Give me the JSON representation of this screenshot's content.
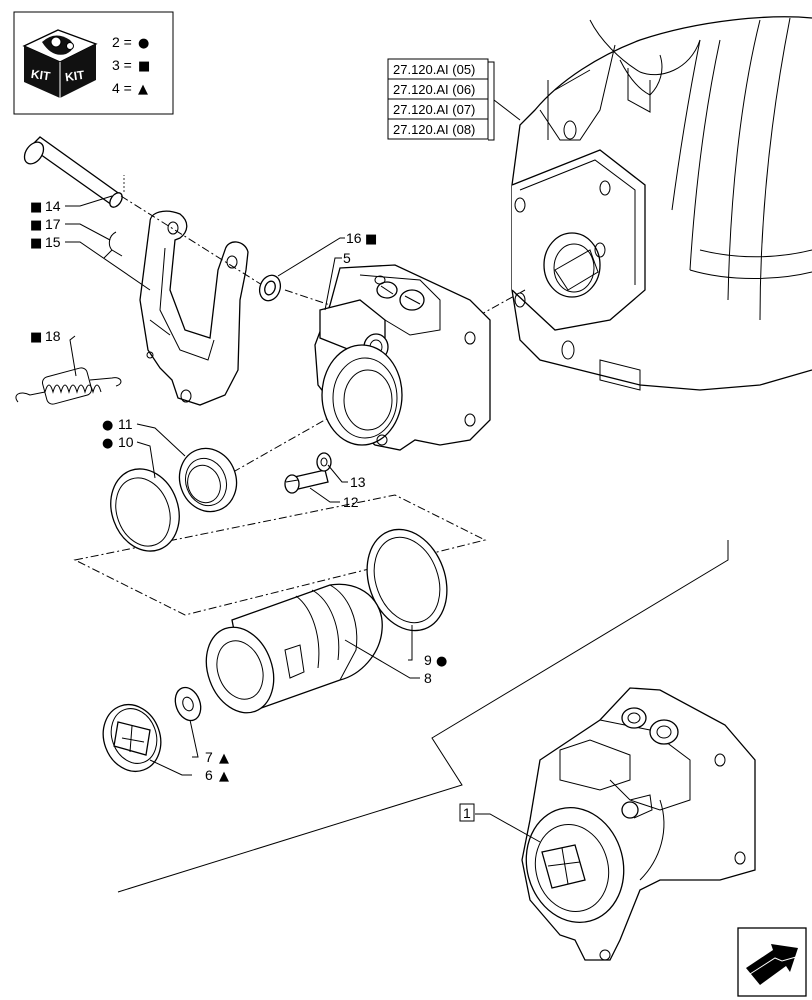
{
  "legend": {
    "kit_words": [
      "KIT",
      "KIT"
    ],
    "entries": [
      {
        "num": "2 =",
        "symbol": "●"
      },
      {
        "num": "3 =",
        "symbol": "■"
      },
      {
        "num": "4 =",
        "symbol": "▲"
      }
    ]
  },
  "references": [
    "27.120.AI (05)",
    "27.120.AI (06)",
    "27.120.AI (07)",
    "27.120.AI (08)"
  ],
  "callouts": {
    "c14": {
      "symbol": "■",
      "text": "14"
    },
    "c17": {
      "symbol": "■",
      "text": "17"
    },
    "c15": {
      "symbol": "■",
      "text": "15"
    },
    "c16": {
      "text": "16",
      "symbol": "■"
    },
    "c5": {
      "text": "5"
    },
    "c18": {
      "symbol": "■",
      "text": "18"
    },
    "c11": {
      "symbol": "●",
      "text": "11"
    },
    "c10": {
      "symbol": "●",
      "text": "10"
    },
    "c13": {
      "text": "13"
    },
    "c12": {
      "text": "12"
    },
    "c9": {
      "text": "9",
      "symbol": "●"
    },
    "c8": {
      "text": "8"
    },
    "c7": {
      "text": "7",
      "symbol": "▲"
    },
    "c6": {
      "text": "6",
      "symbol": "▲"
    },
    "c1": {
      "text": "1"
    }
  },
  "nav_icon": "next-page-arrow-icon"
}
